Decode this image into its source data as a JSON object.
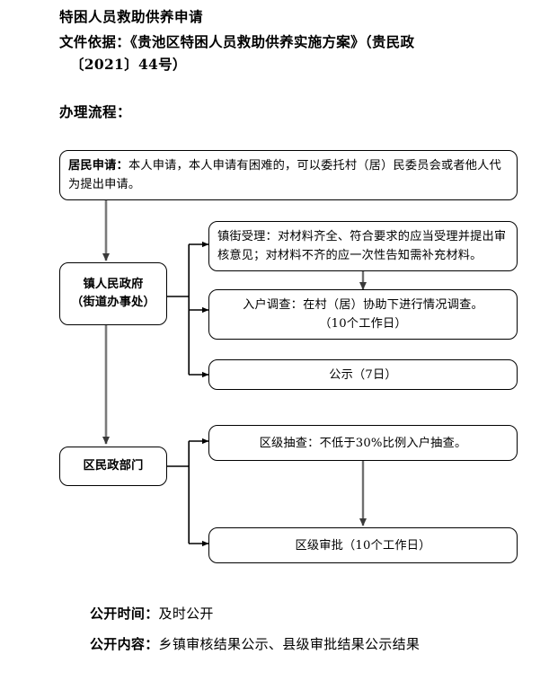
{
  "document": {
    "title": "特困人员救助供养申请",
    "basis_label": "文件依据：",
    "basis_value": "《贵池区特困人员救助供养实施方案》（贵民政",
    "basis_value_2": "〔2021〕44号）",
    "section_title": "办理流程："
  },
  "flow": {
    "nodes": [
      {
        "id": "resident-application",
        "label": "居民申请：",
        "text": "本人申请，本人申请有困难的，可以委托村（居）民委员会或者他人代为提出申请。"
      },
      {
        "id": "township-government",
        "text": "镇人民政府",
        "text_line2": "（街道办事处）"
      },
      {
        "id": "township-acceptance",
        "label": "镇街受理：",
        "text": "对材料齐全、符合要求的应当受理并提出审核意见；对材料不齐的应一次性告知需补充材料。"
      },
      {
        "id": "household-survey",
        "label": "入户调查：",
        "text": "在村（居）协助下进行情况调查。",
        "text_line2": "（10个工作日）"
      },
      {
        "id": "public-notice",
        "text": "公示（7日）"
      },
      {
        "id": "district-civil-affairs",
        "text": "区民政部门"
      },
      {
        "id": "district-spot-check",
        "label": "区级抽查：",
        "text": "不低于30%比例入户抽查。"
      },
      {
        "id": "district-approval",
        "text": "区级审批（10个工作日）"
      }
    ]
  },
  "footer": {
    "rows": [
      {
        "label": "公开时间：",
        "value": "及时公开"
      },
      {
        "label": "公开内容：",
        "value": "乡镇审核结果公示、县级审批结果公示结果"
      }
    ]
  },
  "style": {
    "line_color": "#000000",
    "arrow_gray": "#7a7a7a",
    "background": "#ffffff"
  }
}
